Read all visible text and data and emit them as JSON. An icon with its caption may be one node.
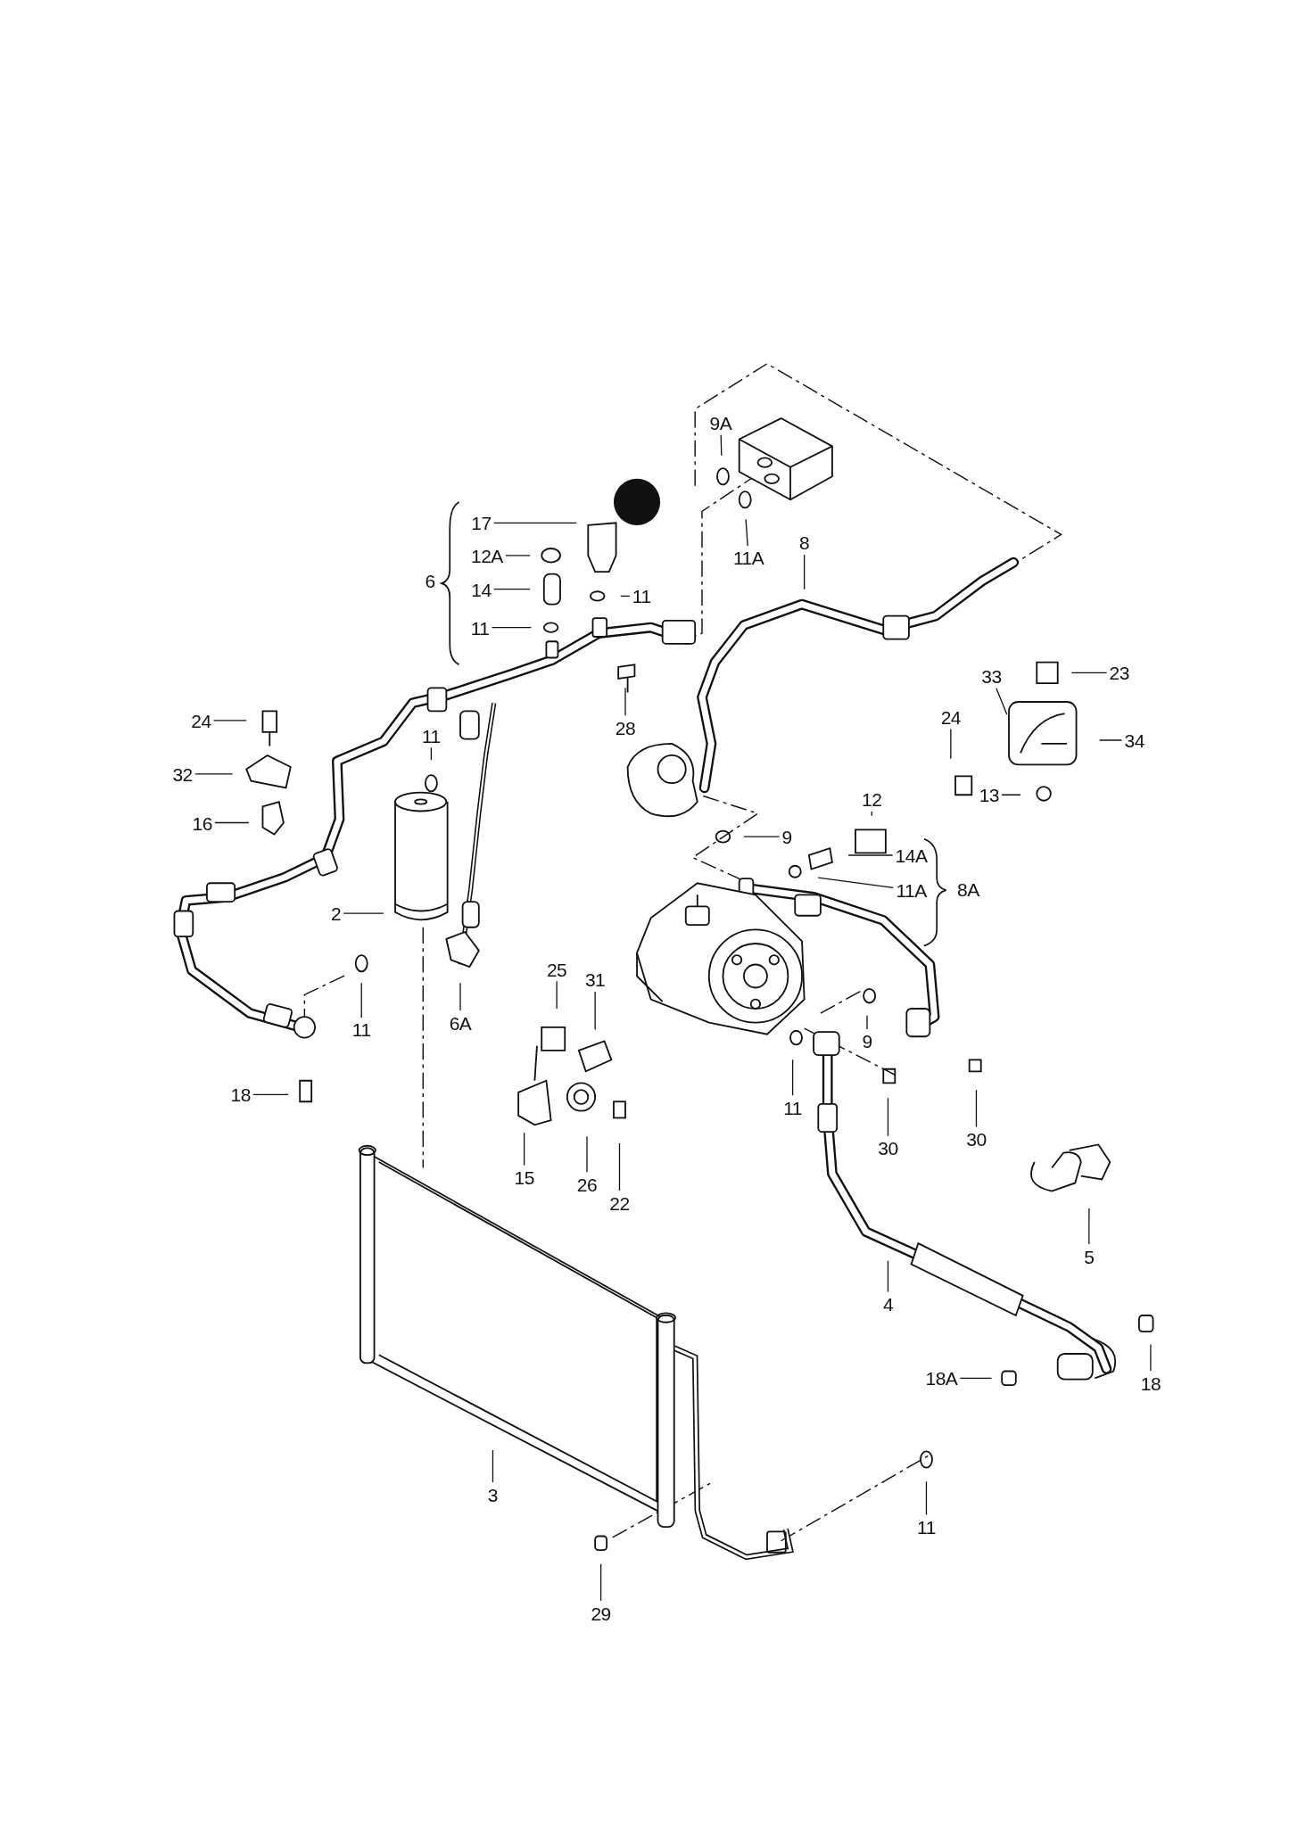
{
  "diagram": {
    "nodes": [
      {
        "text": [
          "9A"
        ]
      },
      {
        "text": [
          "17"
        ]
      },
      {
        "text": [
          "11A"
        ]
      },
      {
        "text": [
          "8"
        ]
      },
      {
        "text": [
          "12A"
        ]
      },
      {
        "text": [
          "14"
        ]
      },
      {
        "text": [
          "11"
        ]
      },
      {
        "text": [
          "11"
        ]
      },
      {
        "text": [
          "23"
        ]
      },
      {
        "text": [
          "33"
        ]
      },
      {
        "text": [
          "24"
        ]
      },
      {
        "text": [
          "24"
        ]
      },
      {
        "text": [
          "28"
        ]
      },
      {
        "text": [
          "11"
        ]
      },
      {
        "text": [
          "34"
        ]
      },
      {
        "text": [
          "32"
        ]
      },
      {
        "text": [
          "13"
        ]
      },
      {
        "text": [
          "12"
        ]
      },
      {
        "text": [
          "16"
        ]
      },
      {
        "text": [
          "9"
        ]
      },
      {
        "text": [
          "14A"
        ]
      },
      {
        "text": [
          "11A"
        ]
      },
      {
        "text": [
          "2"
        ]
      },
      {
        "text": [
          "25"
        ]
      },
      {
        "text": [
          "31"
        ]
      },
      {
        "text": [
          "6A"
        ]
      },
      {
        "text": [
          "11"
        ]
      },
      {
        "text": [
          "9"
        ]
      },
      {
        "text": [
          "18"
        ]
      },
      {
        "text": [
          "11"
        ]
      },
      {
        "text": [
          "30"
        ]
      },
      {
        "text": [
          "30"
        ]
      },
      {
        "text": [
          "15"
        ]
      },
      {
        "text": [
          "26"
        ]
      },
      {
        "text": [
          "22"
        ]
      },
      {
        "text": [
          "5"
        ]
      },
      {
        "text": [
          "4"
        ]
      },
      {
        "text": [
          "18A"
        ]
      },
      {
        "text": [
          "18"
        ]
      },
      {
        "text": [
          "3"
        ]
      },
      {
        "text": [
          "11"
        ]
      },
      {
        "text": [
          "29"
        ]
      }
    ],
    "edges": [
      {
        "from": 0,
        "to": null,
        "arrow": "none"
      },
      {
        "from": 1,
        "to": null,
        "arrow": "none"
      },
      {
        "from": 2,
        "to": null,
        "arrow": "none"
      },
      {
        "from": 3,
        "to": null,
        "arrow": "none"
      },
      {
        "from": 4,
        "to": null,
        "arrow": "none"
      },
      {
        "from": 5,
        "to": null,
        "arrow": "none"
      },
      {
        "from": 6,
        "to": null,
        "arrow": "none"
      },
      {
        "from": 7,
        "to": null,
        "arrow": "none"
      },
      {
        "from": 8,
        "to": null,
        "arrow": "none"
      },
      {
        "from": 9,
        "to": null,
        "arrow": "none"
      },
      {
        "from": 10,
        "to": null,
        "arrow": "none"
      },
      {
        "from": 11,
        "to": null,
        "arrow": "none"
      },
      {
        "from": 12,
        "to": null,
        "arrow": "none"
      },
      {
        "from": 13,
        "to": null,
        "arrow": "none"
      },
      {
        "from": 14,
        "to": null,
        "arrow": "none"
      },
      {
        "from": 15,
        "to": null,
        "arrow": "none"
      },
      {
        "from": 16,
        "to": null,
        "arrow": "none"
      },
      {
        "from": 17,
        "to": null,
        "arrow": "none"
      },
      {
        "from": 18,
        "to": null,
        "arrow": "none"
      },
      {
        "from": 19,
        "to": null,
        "arrow": "none"
      },
      {
        "from": 20,
        "to": null,
        "arrow": "none"
      },
      {
        "from": 21,
        "to": null,
        "arrow": "none"
      },
      {
        "from": 22,
        "to": null,
        "arrow": "none"
      },
      {
        "from": 23,
        "to": null,
        "arrow": "none"
      },
      {
        "from": 24,
        "to": null,
        "arrow": "none"
      },
      {
        "from": 25,
        "to": null,
        "arrow": "none"
      },
      {
        "from": 26,
        "to": null,
        "arrow": "none"
      },
      {
        "from": 27,
        "to": null,
        "arrow": "none"
      },
      {
        "from": 28,
        "to": null,
        "arrow": "none"
      },
      {
        "from": 29,
        "to": null,
        "arrow": "none"
      },
      {
        "from": 30,
        "to": null,
        "arrow": "none"
      },
      {
        "from": 31,
        "to": null,
        "arrow": "none"
      },
      {
        "from": 32,
        "to": null,
        "arrow": "none"
      },
      {
        "from": 33,
        "to": null,
        "arrow": "none"
      },
      {
        "from": 34,
        "to": null,
        "arrow": "none"
      },
      {
        "from": 35,
        "to": null,
        "arrow": "none"
      },
      {
        "from": 36,
        "to": null,
        "arrow": "none"
      },
      {
        "from": 37,
        "to": null,
        "arrow": "none"
      },
      {
        "from": 38,
        "to": null,
        "arrow": "none"
      },
      {
        "from": 39,
        "to": null,
        "arrow": "none"
      },
      {
        "from": 40,
        "to": null,
        "arrow": "none"
      },
      {
        "from": 41,
        "to": null,
        "arrow": "none"
      }
    ],
    "labels": [
      "6",
      "8A"
    ]
  }
}
